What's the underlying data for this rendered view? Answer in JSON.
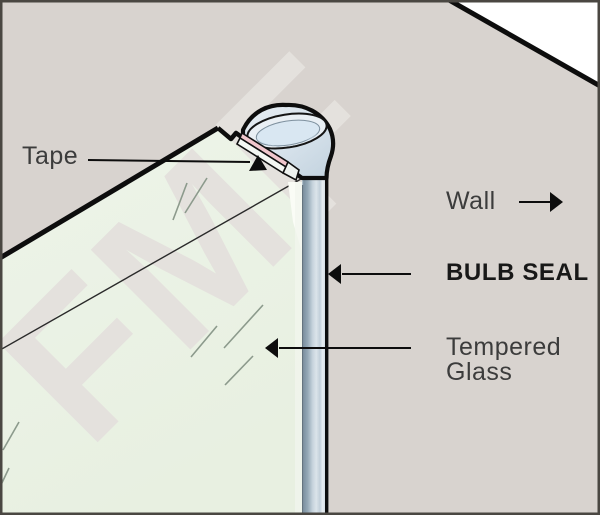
{
  "diagram": {
    "watermark": "FMF",
    "labels": {
      "tape": "Tape",
      "wall": "Wall",
      "bulb_seal": "BULB SEAL",
      "tempered_glass_line1": "Tempered",
      "tempered_glass_line2": "Glass"
    },
    "colors": {
      "wall": "#d8d3cf",
      "glass": "#edf4e9",
      "glass_shade": "#e8f0e1",
      "watermark": "#e4e1dd",
      "white_corner": "#ffffff",
      "outline": "#0d0d0d",
      "label": "#3c3c3c",
      "label_strong": "#181818",
      "tape_pink": "#f0c6cc",
      "flange_white": "#f4f7f3",
      "seal_dark": "#7e92a1",
      "seal_mid": "#c6d3dc",
      "seal_light": "#dbe4ea",
      "seal_sheen": "#e8eef2",
      "bulb_face_light": "#e7edf2",
      "bulb_face_dark": "#c2d2de",
      "bulb_rim": "#e9eff4",
      "bulb_opening": "#d9e7f2",
      "bulb_shadow": "#c6d9e8",
      "hatch": "#8c9a8c",
      "border": "#4a4742"
    }
  }
}
